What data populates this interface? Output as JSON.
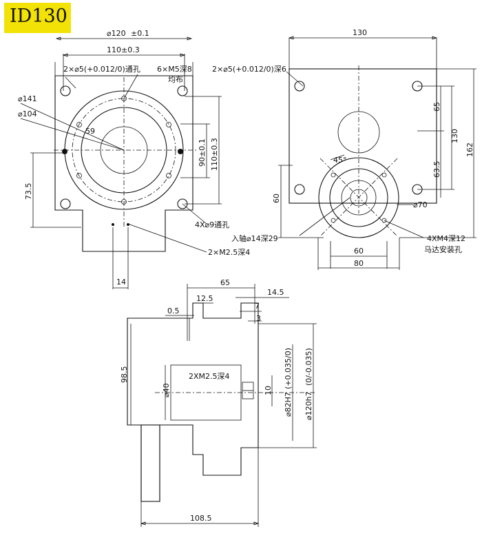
{
  "model": "ID130",
  "front_view": {
    "outer_dia": "⌀120",
    "outer_dia_tol": "±0.1",
    "width_110": "110±0.3",
    "pin_hole_through": "2×⌀5(+0.012/0)通孔",
    "tapped_holes": "6×M5深8",
    "tapped_holes_sub": "均布",
    "dia_141": "⌀141",
    "dia_104": "⌀104",
    "angle_59": "59",
    "height_90": "90±0.1",
    "height_110": "110±0.3",
    "height_73": "73.5",
    "through_holes": "4X⌀9通孔",
    "tap_bottom": "2×M2.5深4",
    "offset_14": "14"
  },
  "side_view": {
    "width_130": "130",
    "pin_hole_deep": "2×⌀5(+0.012/0)深6",
    "h65": "65",
    "h130": "130",
    "h162": "162",
    "h63_5": "63.5",
    "angle_45": "45°",
    "h60": "60",
    "dia70": "⌀70",
    "input_shaft": "入轴⌀14深29",
    "motor_taps": "4XM4深12",
    "motor_holes": "马达安装孔",
    "w60": "60",
    "w80": "80"
  },
  "bottom_view": {
    "w65": "65",
    "w12_5": "12.5",
    "w14_5": "14.5",
    "w0_5": "0.5",
    "w7": "7",
    "w3": "3",
    "h98_5": "98.5",
    "dia40": "⌀40",
    "key_taps": "2XM2.5深4",
    "h10": "10",
    "dia82": "⌀82H7",
    "dia82_tol": "(+0.035/0)",
    "dia120": "⌀120h7",
    "dia120_tol": "(0/-0.035)",
    "w108_5": "108.5"
  }
}
